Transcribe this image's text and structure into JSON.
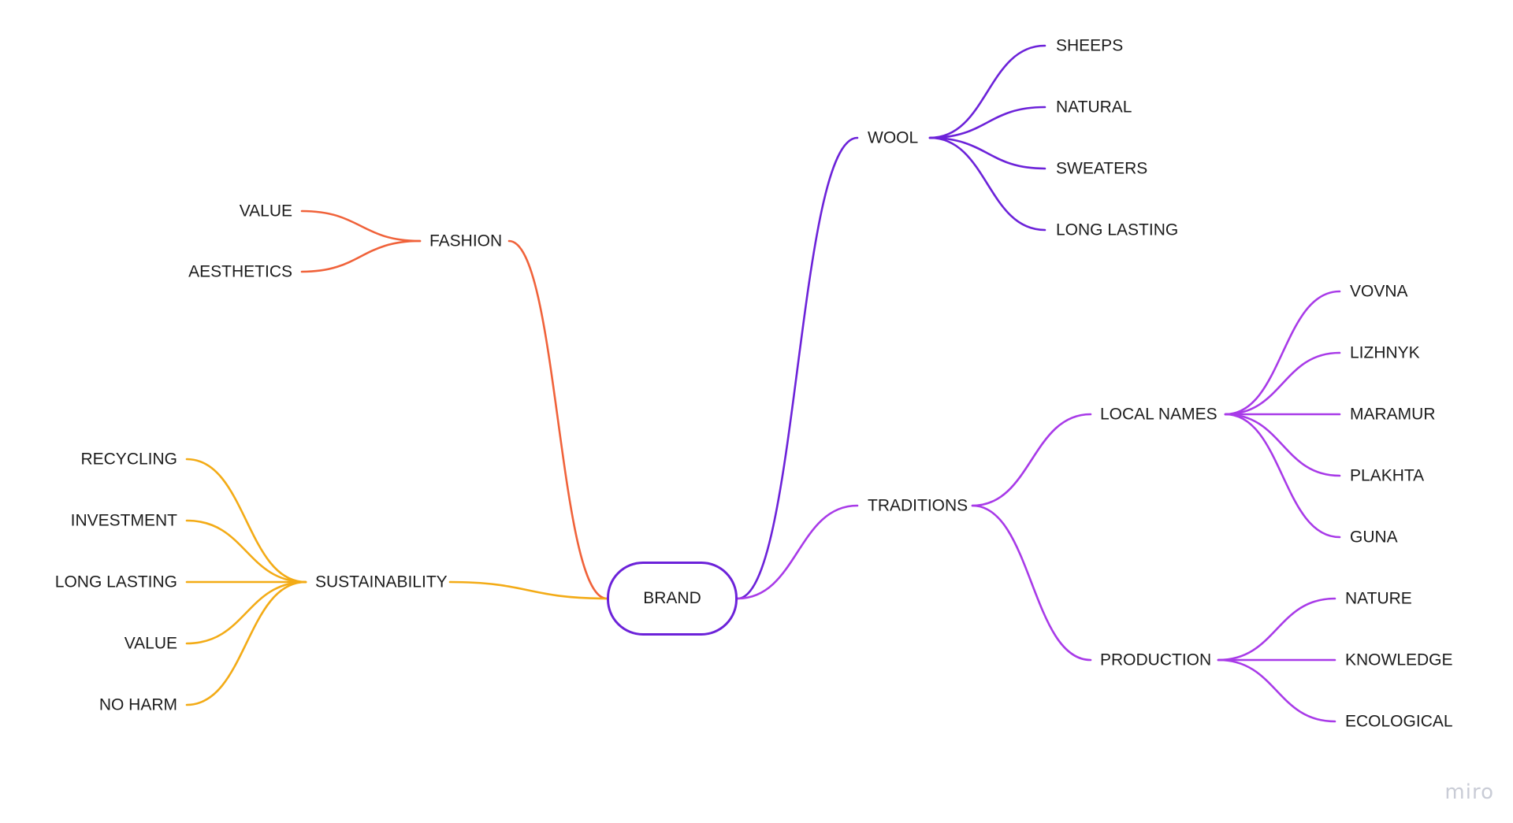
{
  "colors": {
    "fashion": "#f0623a",
    "sustainability": "#f3ab16",
    "wool": "#6c22d9",
    "traditions": "#a83ae8",
    "root_border": "#6c22d9"
  },
  "mindmap": {
    "root": "BRAND",
    "branches": [
      {
        "key": "fashion",
        "label": "FASHION",
        "side": "left",
        "children": [
          {
            "label": "VALUE"
          },
          {
            "label": "AESTHETICS"
          }
        ]
      },
      {
        "key": "sustainability",
        "label": "SUSTAINABILITY",
        "side": "left",
        "children": [
          {
            "label": "RECYCLING"
          },
          {
            "label": "INVESTMENT"
          },
          {
            "label": "LONG LASTING"
          },
          {
            "label": "VALUE"
          },
          {
            "label": "NO HARM"
          }
        ]
      },
      {
        "key": "wool",
        "label": "WOOL",
        "side": "right",
        "children": [
          {
            "label": "SHEEPS"
          },
          {
            "label": "NATURAL"
          },
          {
            "label": "SWEATERS"
          },
          {
            "label": "LONG LASTING"
          }
        ]
      },
      {
        "key": "traditions",
        "label": "TRADITIONS",
        "side": "right",
        "children": [
          {
            "label": "LOCAL NAMES",
            "children": [
              {
                "label": "VOVNA"
              },
              {
                "label": "LIZHNYK"
              },
              {
                "label": "MARAMUR"
              },
              {
                "label": "PLAKHTA"
              },
              {
                "label": "GUNA"
              }
            ]
          },
          {
            "label": "PRODUCTION",
            "children": [
              {
                "label": "NATURE"
              },
              {
                "label": "KNOWLEDGE"
              },
              {
                "label": "ECOLOGICAL"
              }
            ]
          }
        ]
      }
    ]
  },
  "watermark": "miro"
}
